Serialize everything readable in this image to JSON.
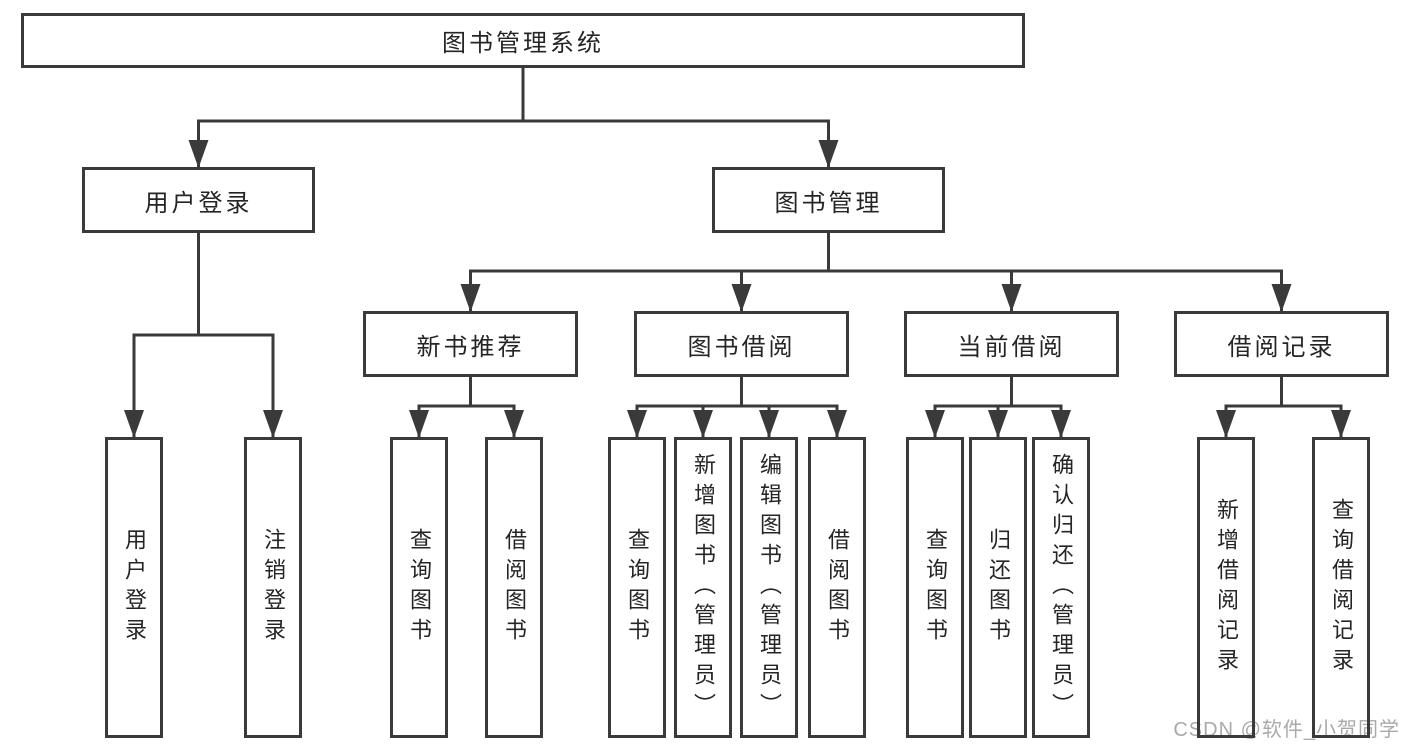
{
  "tree": {
    "label": "图书管理系统",
    "children": [
      {
        "label": "用户登录",
        "children": [
          {
            "label": "用户登录"
          },
          {
            "label": "注销登录"
          }
        ]
      },
      {
        "label": "图书管理",
        "children": [
          {
            "label": "新书推荐",
            "children": [
              {
                "label": "查询图书"
              },
              {
                "label": "借阅图书"
              }
            ]
          },
          {
            "label": "图书借阅",
            "children": [
              {
                "label": "查询图书"
              },
              {
                "label": "新增图书（管理员）"
              },
              {
                "label": "编辑图书（管理员）"
              },
              {
                "label": "借阅图书"
              }
            ]
          },
          {
            "label": "当前借阅",
            "children": [
              {
                "label": "查询图书"
              },
              {
                "label": "归还图书"
              },
              {
                "label": "确认归还（管理员）"
              }
            ]
          },
          {
            "label": "借阅记录",
            "children": [
              {
                "label": "新增借阅记录"
              },
              {
                "label": "查询借阅记录"
              }
            ]
          }
        ]
      }
    ]
  },
  "watermark": {
    "text": "CSDN @软件_小贺同学"
  },
  "colors": {
    "line": "#3a3a3a",
    "text": "#252525",
    "watermark": "#a9a9a9",
    "background": "#ffffff"
  }
}
